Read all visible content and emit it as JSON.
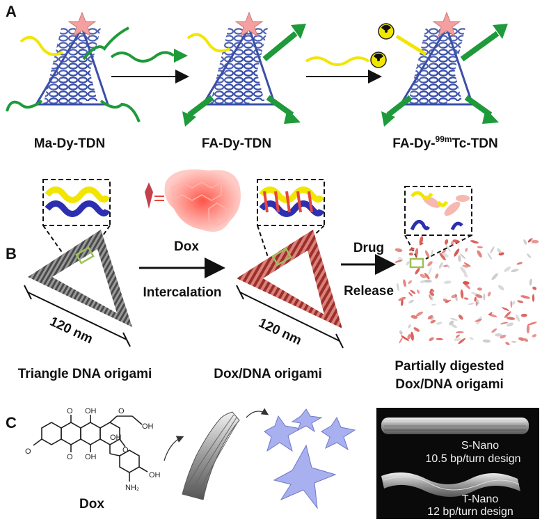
{
  "panel_a": {
    "letter": "A",
    "labels": [
      "Ma-Dy-TDN",
      "FA-Dy-TDN"
    ],
    "label3": {
      "prefix": "FA-Dy-",
      "sup": "99m",
      "suffix": "Tc-TDN"
    }
  },
  "panel_b": {
    "letter": "B",
    "dox_label": "Dox",
    "arrow1_label": "Intercalation",
    "arrow2_label_line1": "Drug",
    "arrow2_label_line2": "Release",
    "scale_label": "120 nm",
    "captions": [
      "Triangle DNA origami",
      "Dox/DNA origami",
      "Partially digested",
      "Dox/DNA origami"
    ]
  },
  "panel_c": {
    "letter": "C",
    "dox_label": "Dox",
    "s_nano_name": "S-Nano",
    "s_nano_design": "10.5 bp/turn design",
    "t_nano_name": "T-Nano",
    "t_nano_design": "12 bp/turn design"
  },
  "colors": {
    "dna_blue": "#3a4fa8",
    "green_arrow": "#1f9a3a",
    "yellow": "#f2e600",
    "dox_red": "#e8463c",
    "star_pink": "#f4a0a0",
    "origami_red": "#b6423c"
  }
}
